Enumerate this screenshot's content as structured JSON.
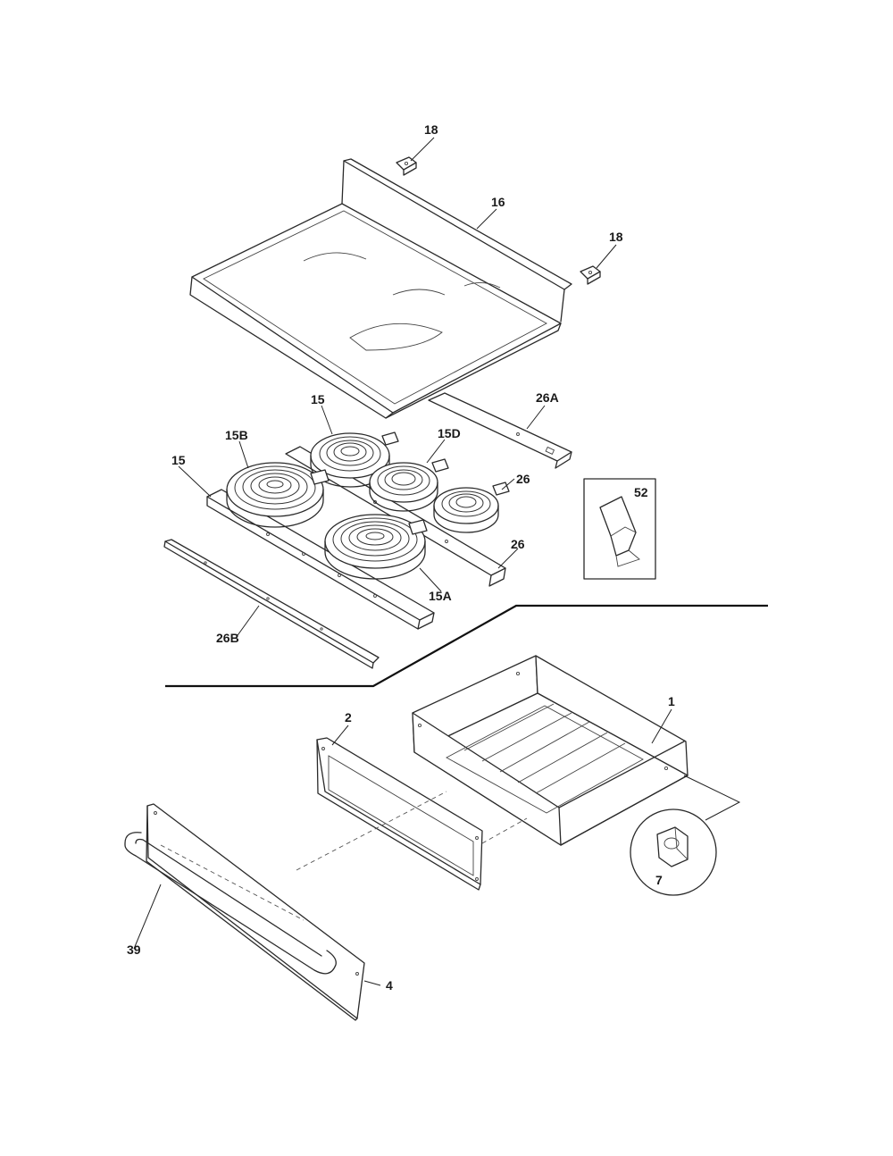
{
  "callouts": [
    {
      "id": "cooktop-hold-down-left",
      "label": "18"
    },
    {
      "id": "cooktop-hold-down-right",
      "label": "18"
    },
    {
      "id": "glass-cooktop",
      "label": "16"
    },
    {
      "id": "element-bracket-rear",
      "label": "26A"
    },
    {
      "id": "element-rear-left",
      "label": "15"
    },
    {
      "id": "element-large-left",
      "label": "15B"
    },
    {
      "id": "element-center",
      "label": "15D"
    },
    {
      "id": "element-right",
      "label": "15"
    },
    {
      "id": "element-bracket-left",
      "label": "26"
    },
    {
      "id": "element-bracket-right",
      "label": "26"
    },
    {
      "id": "element-large-front",
      "label": "15A"
    },
    {
      "id": "element-bracket-front",
      "label": "26B"
    },
    {
      "id": "inset-clip",
      "label": "52"
    },
    {
      "id": "drawer-body",
      "label": "1"
    },
    {
      "id": "drawer-liner",
      "label": "2"
    },
    {
      "id": "drawer-front-panel",
      "label": "4"
    },
    {
      "id": "drawer-handle",
      "label": "39"
    },
    {
      "id": "drawer-roller-inset",
      "label": "7"
    }
  ]
}
